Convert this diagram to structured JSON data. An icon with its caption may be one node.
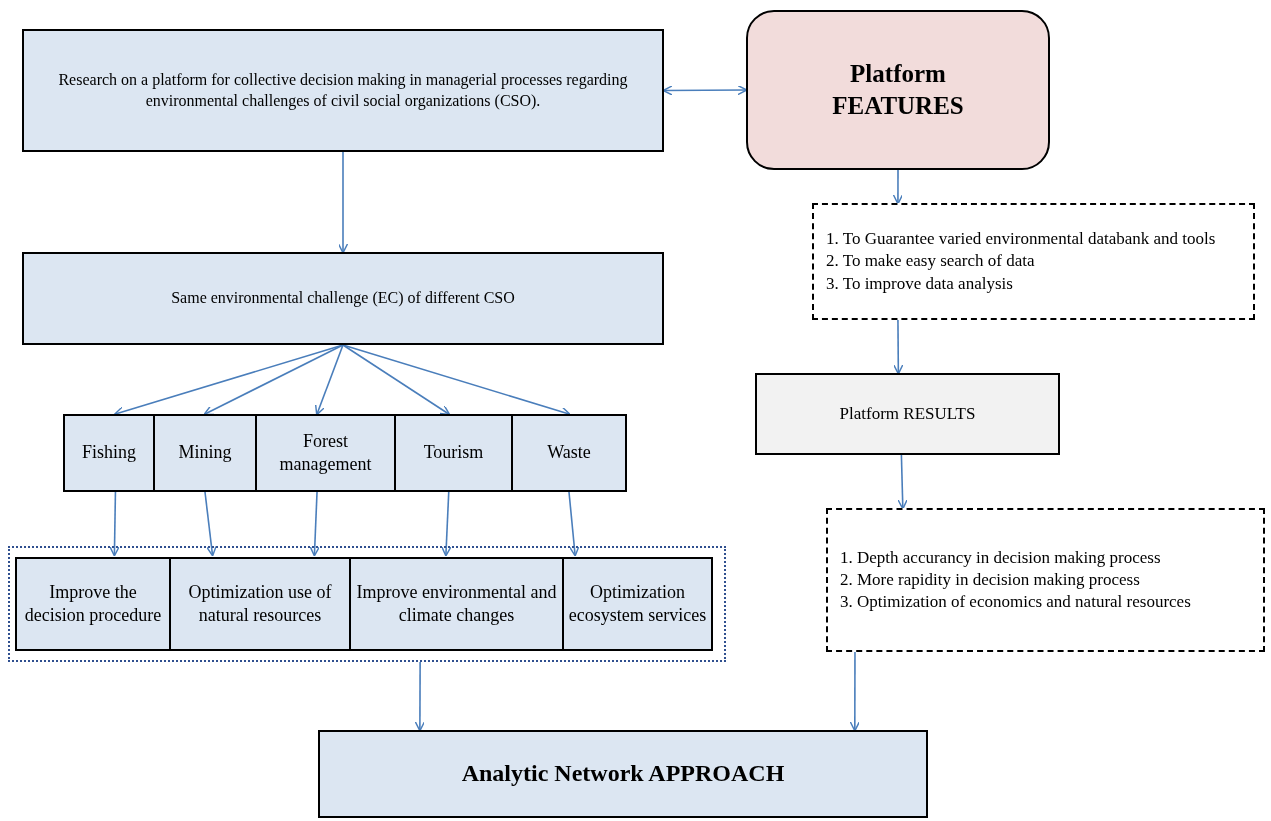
{
  "diagram": {
    "nodes": [
      {
        "text": [
          "Research on a platform for collective decision making in managerial processes regarding environmental challenges of civil social organizations (CSO)."
        ]
      },
      {
        "text": [
          "Platform FEATURES"
        ]
      },
      {
        "text": [
          "1. To Guarantee varied environmental databank and tools",
          "2. To make easy search of data",
          "3. To improve data analysis"
        ]
      },
      {
        "text": [
          "Same environmental challenge (EC) of different CSO"
        ]
      },
      {
        "text": [
          "Platform RESULTS"
        ]
      },
      {
        "text": [
          "1. Depth accurancy in decision making process",
          "2. More rapidity in decision making process",
          "3. Optimization of economics and natural resources"
        ]
      },
      {
        "text": [
          "Fishing"
        ]
      },
      {
        "text": [
          "Mining"
        ]
      },
      {
        "text": [
          "Forest management"
        ]
      },
      {
        "text": [
          "Tourism"
        ]
      },
      {
        "text": [
          "Waste"
        ]
      },
      {
        "text": [],
        "shape": "box"
      },
      {
        "text": [
          "Improve the decision procedure"
        ],
        "in": 11
      },
      {
        "text": [
          "Optimization use of natural resources"
        ],
        "in": 11
      },
      {
        "text": [
          "Improve environmental and climate changes"
        ],
        "in": 11
      },
      {
        "text": [
          "Optimization ecosystem services"
        ],
        "in": 11
      },
      {
        "text": [
          "Analytic Network APPROACH"
        ]
      }
    ],
    "edges": [
      {
        "from": 0,
        "to": 1,
        "arrow": "both"
      },
      {
        "from": 0,
        "to": 3,
        "arrow": "to"
      },
      {
        "from": 1,
        "to": 2,
        "arrow": "to"
      },
      {
        "from": 2,
        "to": 4,
        "arrow": "to"
      },
      {
        "from": 4,
        "to": 5,
        "arrow": "to"
      },
      {
        "from": 3,
        "to": 6,
        "arrow": "to"
      },
      {
        "from": 3,
        "to": 7,
        "arrow": "to"
      },
      {
        "from": 3,
        "to": 8,
        "arrow": "to"
      },
      {
        "from": 3,
        "to": 9,
        "arrow": "to"
      },
      {
        "from": 3,
        "to": 10,
        "arrow": "to"
      },
      {
        "from": 6,
        "to": 12,
        "arrow": "to"
      },
      {
        "from": 7,
        "to": 13,
        "arrow": "to"
      },
      {
        "from": 8,
        "to": 13,
        "arrow": "to"
      },
      {
        "from": 9,
        "to": 14,
        "arrow": "to"
      },
      {
        "from": 10,
        "to": 15,
        "arrow": "to"
      },
      {
        "from": 11,
        "to": 16,
        "arrow": "to"
      },
      {
        "from": 5,
        "to": 16,
        "arrow": "to"
      }
    ]
  }
}
